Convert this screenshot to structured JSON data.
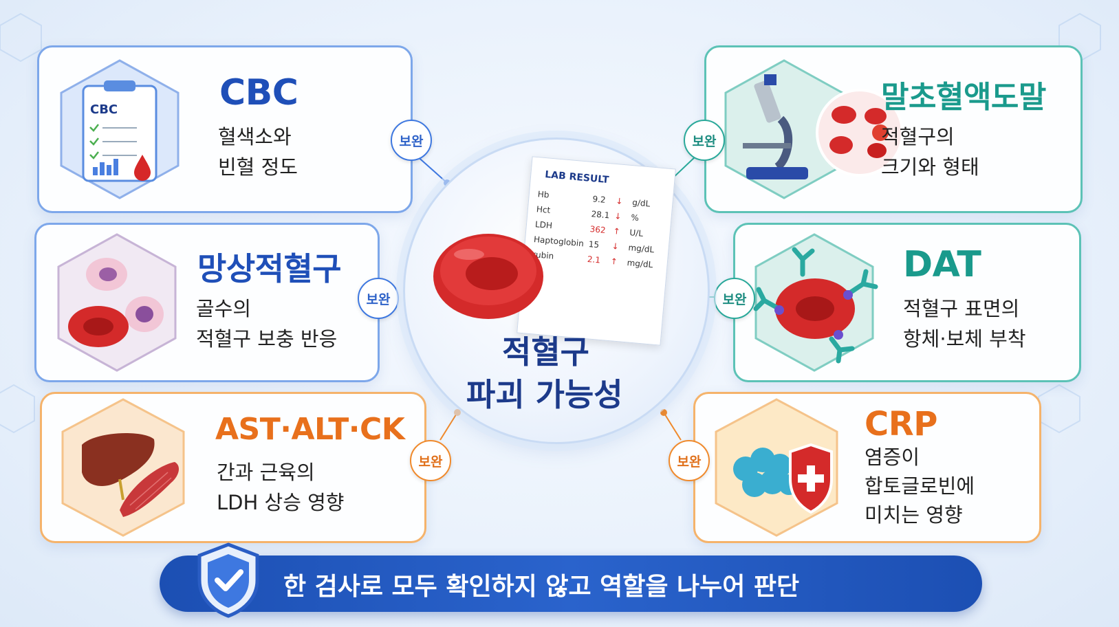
{
  "center": {
    "line1": "적혈구",
    "line2": "파괴 가능성",
    "lab": {
      "title": "LAB RESULT",
      "rows": [
        {
          "name": "Hb",
          "value": "9.2",
          "arrow": "↓",
          "unit": "g/dL"
        },
        {
          "name": "Hct",
          "value": "28.1",
          "arrow": "↓",
          "unit": "%"
        },
        {
          "name": "LDH",
          "value": "362",
          "arrow": "↑",
          "unit": "U/L"
        },
        {
          "name": "Haptoglobin",
          "value": "15",
          "arrow": "↓",
          "unit": "mg/dL"
        },
        {
          "name": "rubin",
          "value": "2.1",
          "arrow": "↑",
          "unit": "mg/dL"
        }
      ]
    }
  },
  "cards": {
    "cbc": {
      "title": "CBC",
      "line1": "혈색소와",
      "line2": "빈혈 정도",
      "icon_text": "CBC",
      "badge": "보완"
    },
    "retic": {
      "title": "망상적혈구",
      "line1": "골수의",
      "line2": "적혈구 보충 반응",
      "badge": "보완"
    },
    "liver": {
      "title": "AST·ALT·CK",
      "line1": "간과 근육의",
      "line2": "LDH 상승 영향",
      "badge": "보완"
    },
    "smear": {
      "title": "말초혈액도말",
      "line1": "적혈구의",
      "line2": "크기와 형태",
      "badge": "보완"
    },
    "dat": {
      "title": "DAT",
      "line1": "적혈구 표면의",
      "line2": "항체·보체 부착",
      "badge": "보완"
    },
    "crp": {
      "title": "CRP",
      "line1": "염증이",
      "line2": "합토글로빈에",
      "line3": "미치는 영향",
      "badge": "보완"
    }
  },
  "banner": {
    "text": "한 검사로 모두 확인하지 않고 역할을 나누어 판단"
  },
  "colors": {
    "blue": "#1f4fb8",
    "teal": "#1a9a8c",
    "orange": "#e8701c",
    "red": "#d42a2a"
  }
}
